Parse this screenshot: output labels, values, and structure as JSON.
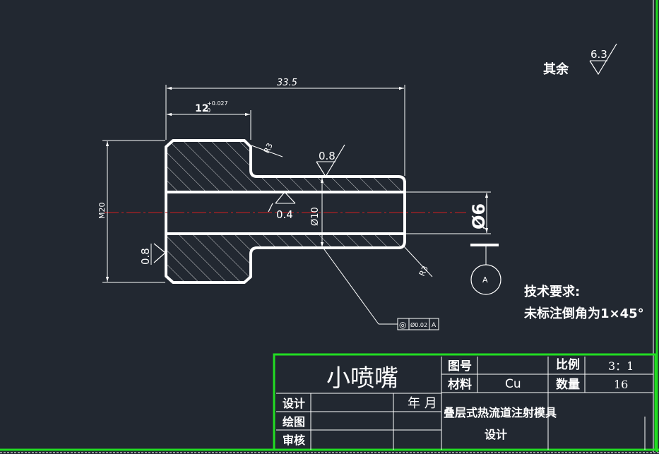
{
  "drawing": {
    "roughness_note": "其余",
    "roughness_general": "6.3",
    "roughness_bore": "0.8",
    "roughness_face": "0.8",
    "roughness_inner": "0.4",
    "dim_total_length": "33.5",
    "dim_flange_length": "12",
    "dim_flange_tol_upper": "+0.027",
    "dim_flange_tol_lower": "0",
    "dim_thread": "M20",
    "dim_bore": "Ø10",
    "dim_shaft": "Ø6",
    "dim_r_top": "R3",
    "dim_r_bottom": "R3",
    "gdt_symbol": "◎",
    "gdt_value": "Ø0.02",
    "gdt_datum": "A",
    "datum_label": "A",
    "tech_title": "技术要求:",
    "tech_note": "未标注倒角为1×45°"
  },
  "title_block": {
    "part_name": "小喷嘴",
    "drawing_no_label": "图号",
    "drawing_no_value": "",
    "material_label": "材料",
    "material_value": "Cu",
    "scale_label": "比例",
    "scale_value": "3：1",
    "qty_label": "数量",
    "qty_value": "16",
    "design_label": "设计",
    "draw_label": "绘图",
    "review_label": "审核",
    "date_label": "年 月",
    "project_line1": "叠层式热流道注射模具",
    "project_line2": "设计"
  },
  "colors": {
    "background": "#222831",
    "line": "#ffffff",
    "centerline": "#d21e1e",
    "frame": "#22dd22"
  }
}
